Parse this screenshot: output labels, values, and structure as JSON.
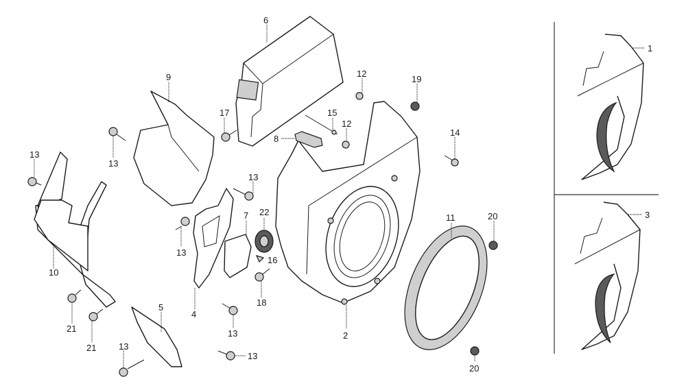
{
  "diagram": {
    "title": "Fan cover exploded parts diagram",
    "callouts": [
      {
        "id": "c6",
        "text": "6"
      },
      {
        "id": "c9",
        "text": "9"
      },
      {
        "id": "c17",
        "text": "17"
      },
      {
        "id": "c12a",
        "text": "12"
      },
      {
        "id": "c19",
        "text": "19"
      },
      {
        "id": "c15",
        "text": "15"
      },
      {
        "id": "c12b",
        "text": "12"
      },
      {
        "id": "c8",
        "text": "8"
      },
      {
        "id": "c14",
        "text": "14"
      },
      {
        "id": "c13a",
        "text": "13"
      },
      {
        "id": "c13b",
        "text": "13"
      },
      {
        "id": "c13c",
        "text": "13"
      },
      {
        "id": "c13d",
        "text": "13"
      },
      {
        "id": "c22",
        "text": "22"
      },
      {
        "id": "c7",
        "text": "7"
      },
      {
        "id": "c16",
        "text": "16"
      },
      {
        "id": "c11",
        "text": "11"
      },
      {
        "id": "c20a",
        "text": "20"
      },
      {
        "id": "c10",
        "text": "10"
      },
      {
        "id": "c18",
        "text": "18"
      },
      {
        "id": "c4",
        "text": "4"
      },
      {
        "id": "c2",
        "text": "2"
      },
      {
        "id": "c21a",
        "text": "21"
      },
      {
        "id": "c21b",
        "text": "21"
      },
      {
        "id": "c5",
        "text": "5"
      },
      {
        "id": "c13e",
        "text": "13"
      },
      {
        "id": "c13f",
        "text": "13"
      },
      {
        "id": "c13g",
        "text": "13"
      },
      {
        "id": "c20b",
        "text": "20"
      },
      {
        "id": "c1",
        "text": "1"
      },
      {
        "id": "c3",
        "text": "3"
      }
    ],
    "inset_variants": [
      {
        "label": "1",
        "description": "fan cover variant type 1"
      },
      {
        "label": "3",
        "description": "fan cover variant type 3"
      }
    ]
  }
}
